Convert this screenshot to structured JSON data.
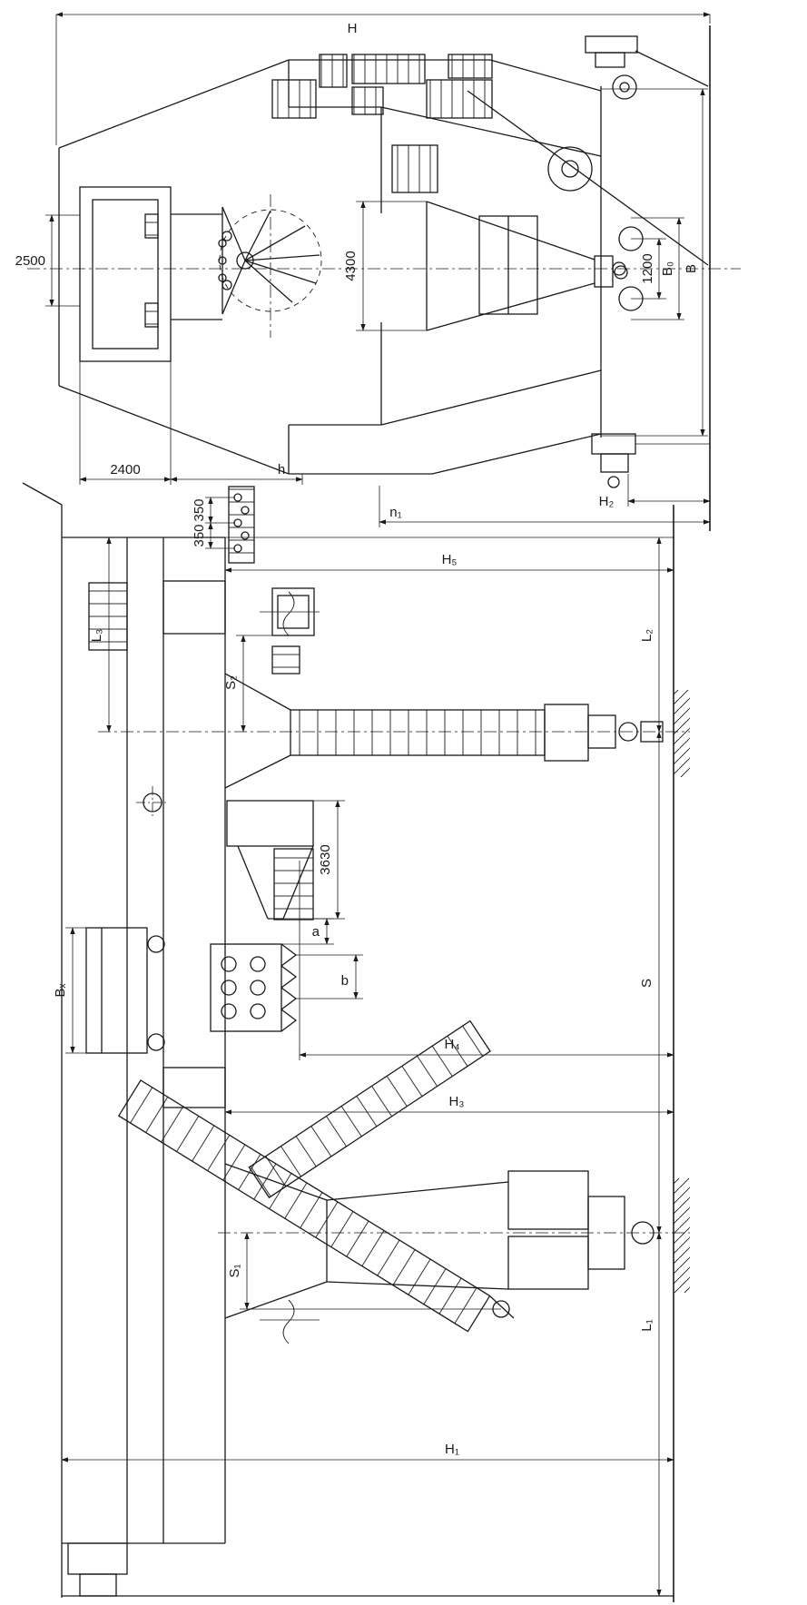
{
  "drawing": {
    "kind": "machine overall-dimensions technical drawing, two views",
    "end_view": {
      "H": "H",
      "d2500": "2500",
      "d2400": "2400",
      "h": "h",
      "d4300": "4300",
      "d1200": "1200",
      "B0": "B₀",
      "B": "B",
      "H2": "H₂",
      "n1": "n₁",
      "d350_1": "350",
      "d350_2": "350"
    },
    "side_view": {
      "L3": "L₃",
      "S2": "S₂",
      "L2": "L₂",
      "H5": "H₅",
      "d3630": "3630",
      "a": "a",
      "b": "b",
      "Bx": "Bₓ",
      "S": "S",
      "H4": "H₄",
      "H3": "H₃",
      "S1": "S₁",
      "L1": "L₁",
      "H1": "H₁"
    }
  }
}
